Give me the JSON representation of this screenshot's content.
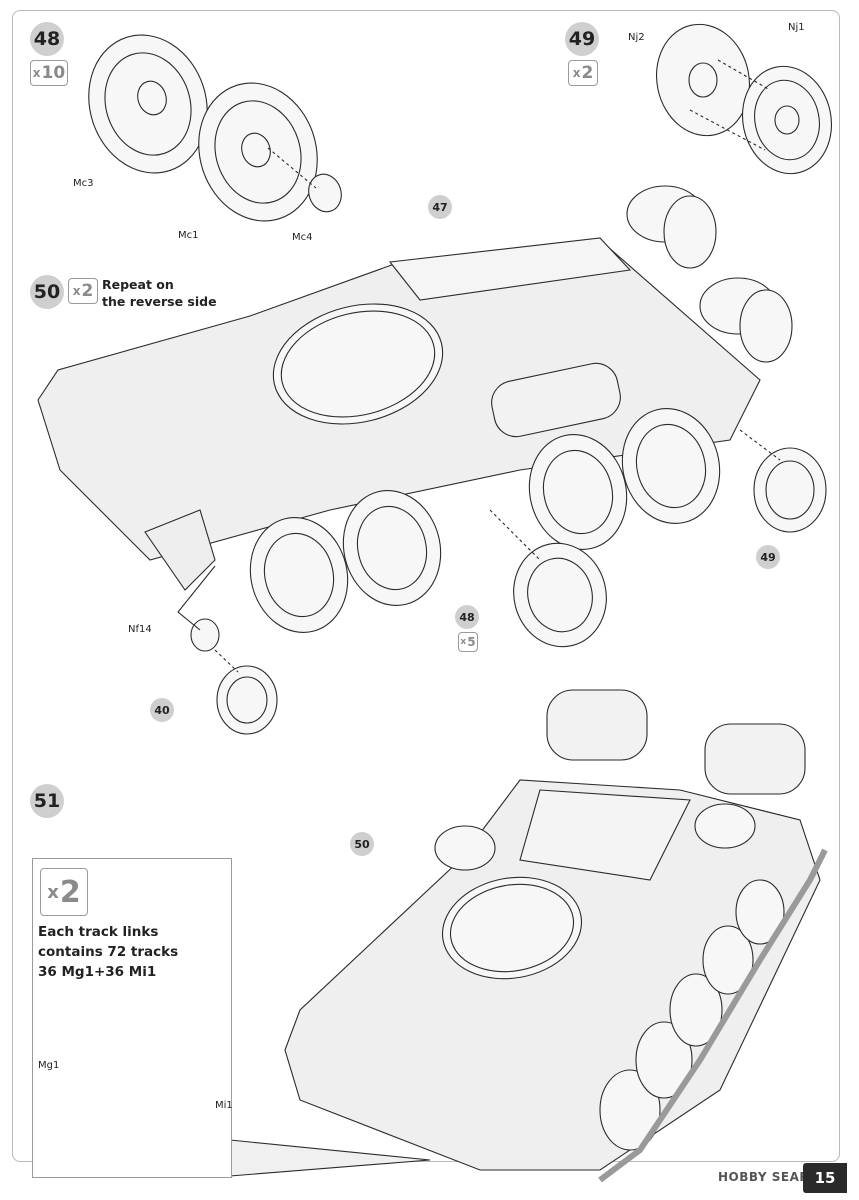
{
  "steps": {
    "s48": {
      "number": "48",
      "multiplier_x": "x",
      "multiplier": "10",
      "parts": {
        "mc3": "Mc3",
        "mc1": "Mc1",
        "mc4": "Mc4"
      }
    },
    "s49": {
      "number": "49",
      "multiplier_x": "x",
      "multiplier": "2",
      "parts": {
        "nj2": "Nj2",
        "nj1": "Nj1"
      }
    },
    "s50": {
      "number": "50",
      "multiplier_x": "x",
      "multiplier": "2",
      "note_line1": "Repeat on",
      "note_line2": "the reverse side",
      "refs": {
        "r47": "47",
        "r49": "49",
        "r48": "48",
        "r48_mult_x": "x",
        "r48_mult": "5",
        "r40": "40"
      },
      "parts": {
        "nf14": "Nf14"
      }
    },
    "s51": {
      "number": "51",
      "ref50": "50",
      "box_mult_x": "x",
      "box_mult": "2",
      "box_line1": "Each track links",
      "box_line2": "contains 72 tracks",
      "box_line3": "36 Mg1+36 Mi1",
      "parts": {
        "mg1": "Mg1",
        "mi1": "Mi1"
      }
    }
  },
  "watermark": "HOBBY SEARCH",
  "page_number": "15",
  "colors": {
    "badge": "#cfcfcf",
    "line": "#2b2b2b",
    "hull": "#efefef"
  }
}
